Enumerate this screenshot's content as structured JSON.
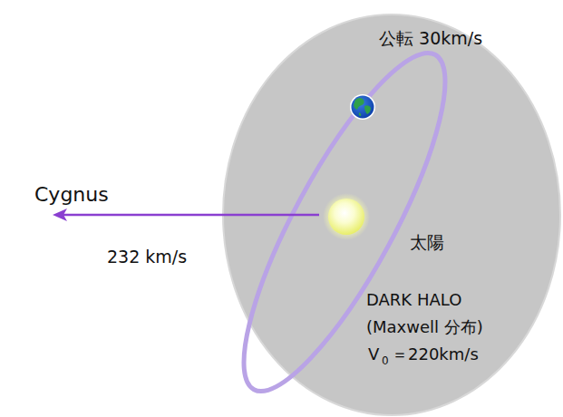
{
  "diagram": {
    "labels": [
      "公転 30km/s",
      "Cygnus",
      "232 km/s",
      "太陽",
      "DARK HALO",
      "(Maxwell 分布)",
      "V",
      "0",
      "＝220km/s"
    ]
  }
}
